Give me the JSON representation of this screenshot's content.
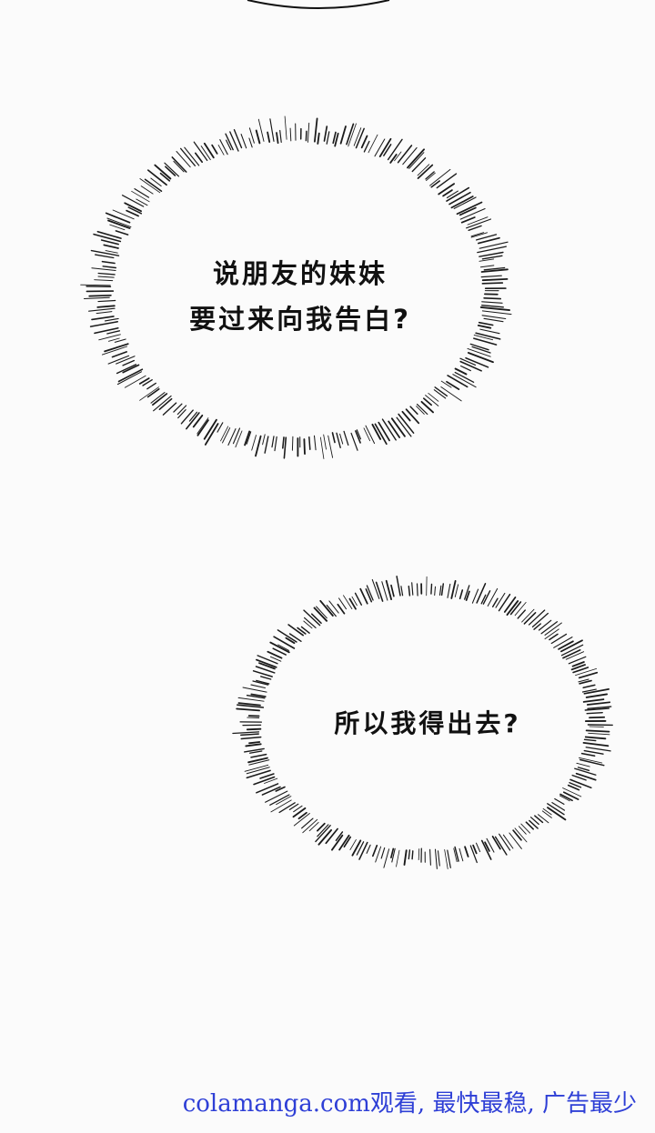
{
  "bubbles": [
    {
      "lines": [
        "说朋友的妹妹",
        "要过来向我告白?"
      ]
    },
    {
      "lines": [
        "所以我得出去?"
      ]
    }
  ],
  "watermark": {
    "text": "colamanga.com观看, 最快最稳, 广告最少",
    "color": "#2e3fd6"
  }
}
